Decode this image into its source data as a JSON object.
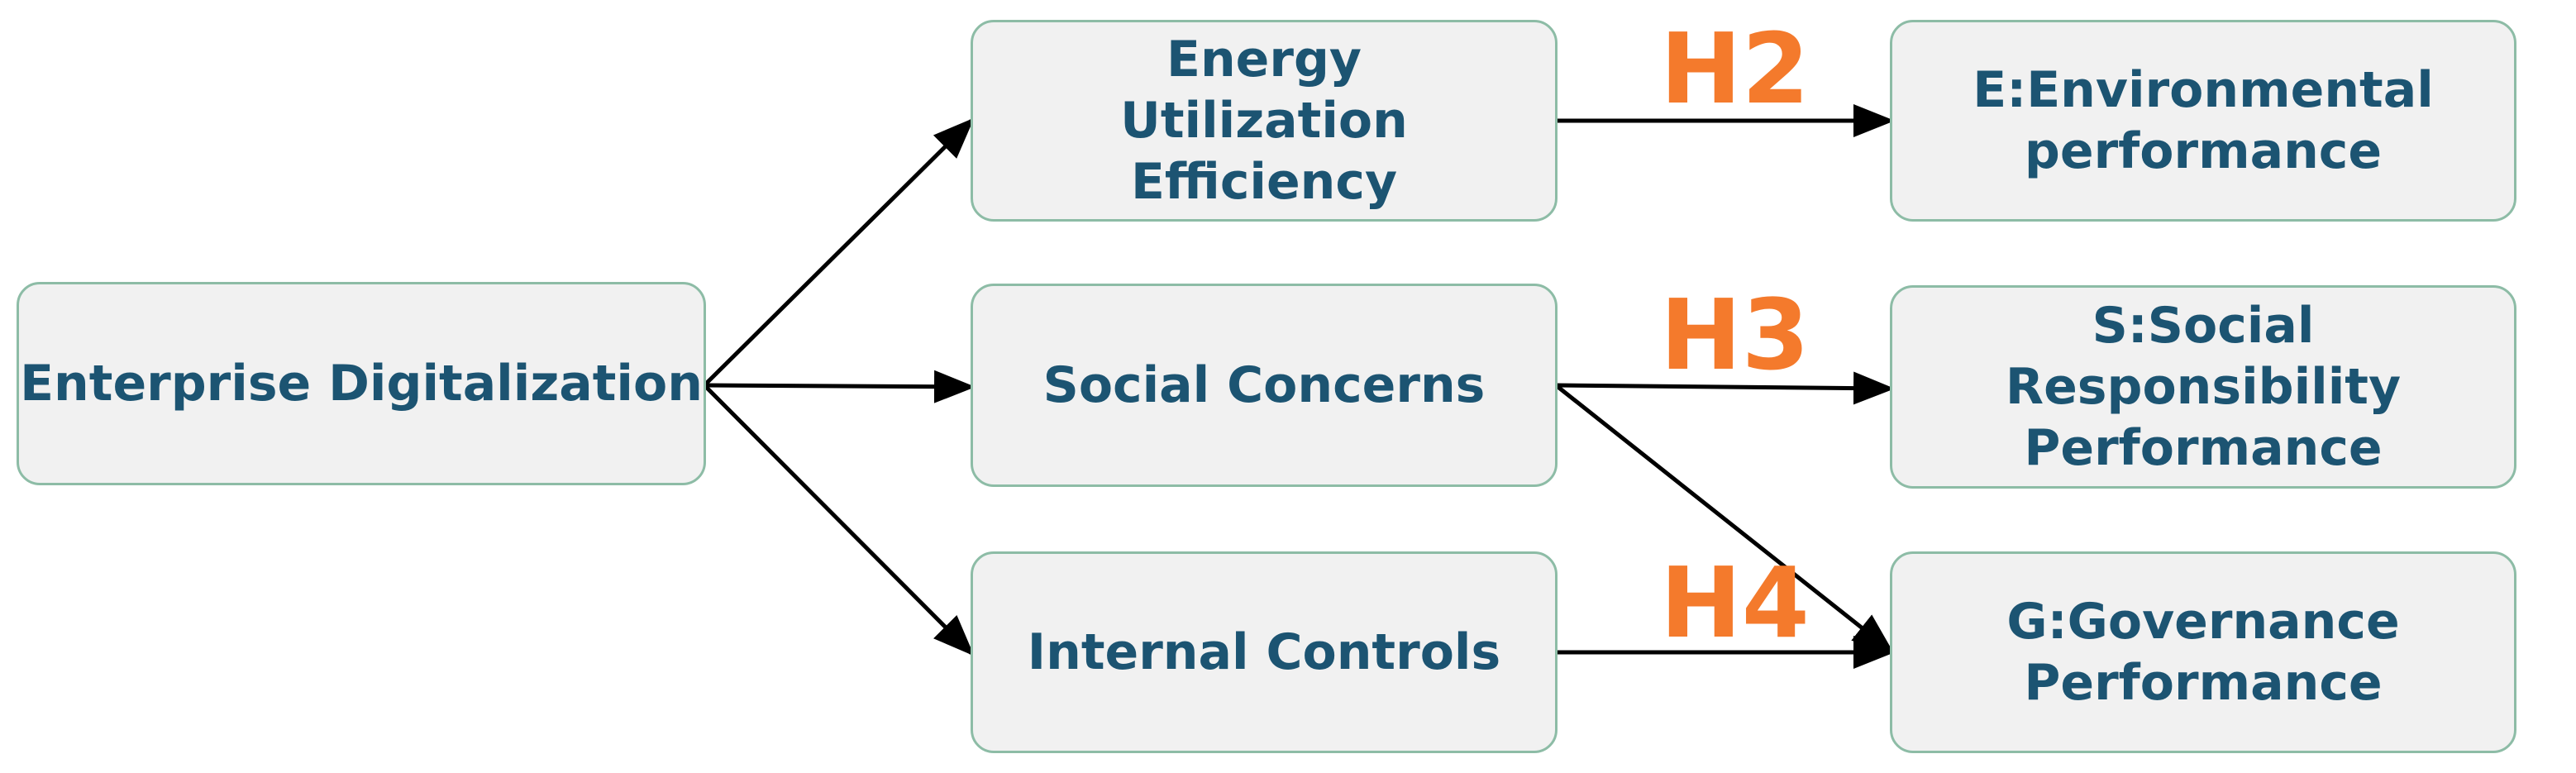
{
  "nodes": {
    "enterprise_digitalization": "Enterprise Digitalization",
    "energy_utilization_efficiency": "Energy Utilization Efficiency",
    "social_concerns": "Social Concerns",
    "internal_controls": "Internal Controls",
    "environmental_performance": "E:Environmental performance",
    "social_responsibility_performance": "S:Social Responsibility Performance",
    "governance_performance": "G:Governance Performance"
  },
  "hypotheses": {
    "h2": "H2",
    "h3": "H3",
    "h4": "H4"
  },
  "edges": [
    {
      "from": "enterprise_digitalization",
      "to": "energy_utilization_efficiency"
    },
    {
      "from": "enterprise_digitalization",
      "to": "social_concerns"
    },
    {
      "from": "enterprise_digitalization",
      "to": "internal_controls"
    },
    {
      "from": "energy_utilization_efficiency",
      "to": "environmental_performance"
    },
    {
      "from": "social_concerns",
      "to": "social_responsibility_performance"
    },
    {
      "from": "social_concerns",
      "to": "governance_performance"
    },
    {
      "from": "internal_controls",
      "to": "governance_performance"
    }
  ],
  "colors": {
    "node_text": "#1c5472",
    "node_fill": "#f1f1f1",
    "node_border": "#8dbca6",
    "hypothesis_label": "#f47a2c",
    "arrow": "#000000"
  }
}
